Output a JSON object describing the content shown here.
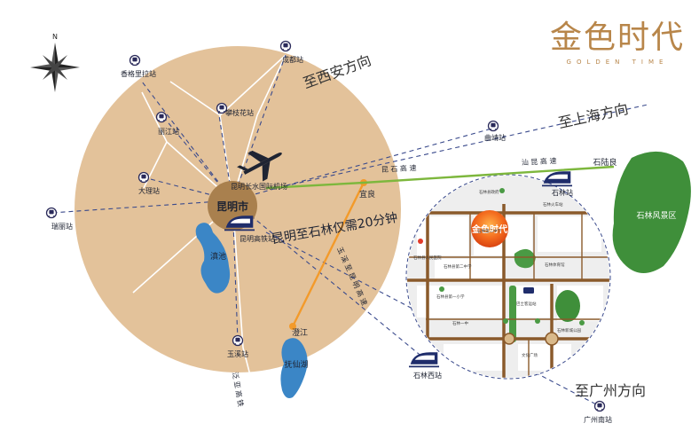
{
  "brand": {
    "name_cn": "金色时代",
    "name_en": "GOLDEN TIME"
  },
  "compass": {
    "north": "N"
  },
  "directions": {
    "xian": "至西安方向",
    "shanghai": "至上海方向",
    "guangzhou": "至广州方向"
  },
  "center": {
    "city": "昆明市",
    "travel_note": "昆明至石林仅需20分钟"
  },
  "stations": {
    "chengdu": "成都站",
    "shangri_la": "香格里拉站",
    "lijiang": "丽江站",
    "panzhihua": "攀枝花站",
    "dali": "大理站",
    "ruili": "瑞丽站",
    "kunming_hsr": "昆明高铁站",
    "airport": "昆明长水国际机场",
    "yuxi": "玉溪站",
    "qujing": "曲靖站",
    "shilin": "石林站",
    "shilin_west": "石林西站",
    "guangzhou_south": "广州南站"
  },
  "lakes": {
    "dianchi": "滇池",
    "fuxian": "抚仙湖"
  },
  "places": {
    "yiliang": "宜良",
    "chengjiang": "澄江",
    "shilutuo": "石陆良",
    "shilin_scenic": "石林风景区"
  },
  "highways": {
    "kunshi": "昆 石 高 速",
    "shankun": "汕 昆 高 速",
    "fanyu": "泛 亚 高 铁",
    "yuxi_north": "玉 溪 至 昆 明 高 速"
  },
  "inset": {
    "project": "金色时代",
    "labels": [
      "石林县人民医院",
      "石林第二中学",
      "石林县第一小学",
      "石林火车站",
      "巴士客运站",
      "石林体育馆",
      "石林新城公园",
      "石林县政府",
      "石林一中",
      "文化广场",
      "石林县第二中学"
    ]
  },
  "colors": {
    "circle_fill": "#e3c29a",
    "center_fill": "#a9804e",
    "lake": "#3b86c6",
    "park": "#3f8f3a",
    "rail_route": "#7db73d",
    "highway_route": "#f39a2a",
    "road": "#8a5a2b",
    "dashed": "#3a4a8c",
    "brand": "#b8864a"
  }
}
